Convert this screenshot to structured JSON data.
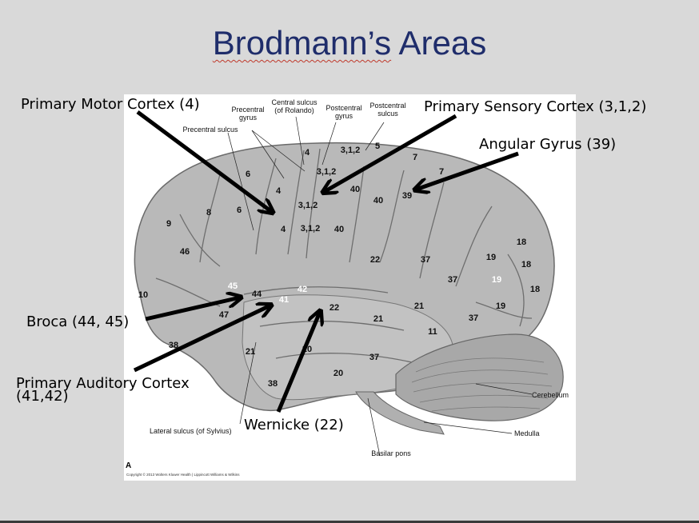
{
  "slide": {
    "title_part1": "Brodmann’s",
    "title_part2": " Areas"
  },
  "callouts": {
    "primary_motor": "Primary Motor Cortex (4)",
    "primary_sensory": "Primary Sensory Cortex (3,1,2)",
    "angular_gyrus": "Angular Gyrus (39)",
    "broca": "Broca (44, 45)",
    "primary_auditory_line1": "Primary Auditory Cortex",
    "primary_auditory_line2": "(41,42)",
    "wernicke": "Wernicke (22)"
  },
  "figure": {
    "letter": "A",
    "credit": "Copyright © 2013 Wolters Kluwer Health | Lippincott Williams & Wilkins",
    "labels": {
      "central_sulcus_line1": "Central sulcus",
      "central_sulcus_line2": "(of Rolando)",
      "precentral_gyrus_line1": "Precentral",
      "precentral_gyrus_line2": "gyrus",
      "postcentral_gyrus_line1": "Postcentral",
      "postcentral_gyrus_line2": "gyrus",
      "postcentral_sulcus_line1": "Postcentral",
      "postcentral_sulcus_line2": "sulcus",
      "precentral_sulcus": "Precentral sulcus",
      "lateral_sulcus": "Lateral sulcus (of Sylvius)",
      "basilar_pons": "Basilar pons",
      "cerebellum": "Cerebellum",
      "medulla": "Medulla"
    },
    "areas": [
      "4",
      "3,1,2",
      "5",
      "7",
      "7",
      "6",
      "3,1,2",
      "4",
      "40",
      "40",
      "39",
      "6",
      "8",
      "3,1,2",
      "9",
      "4",
      "3,1,2",
      "40",
      "18",
      "46",
      "22",
      "37",
      "19",
      "18",
      "45",
      "42",
      "19",
      "18",
      "10",
      "44",
      "41",
      "37",
      "22",
      "21",
      "19",
      "47",
      "21",
      "37",
      "11",
      "38",
      "21",
      "20",
      "37",
      "20",
      "38"
    ]
  },
  "colors": {
    "title": "#1f2d6b",
    "background": "#d9d9d9",
    "arrow": "#000000"
  }
}
